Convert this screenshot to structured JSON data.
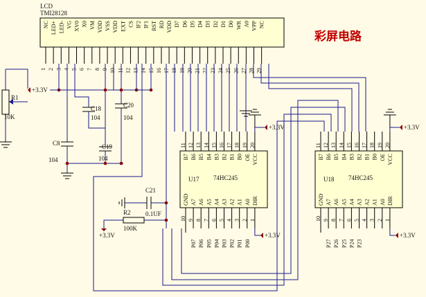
{
  "title": "彩屏电路",
  "lcd": {
    "name": "LCD",
    "model": "TMI28128",
    "pins": [
      {
        "n": "1",
        "label": "NC"
      },
      {
        "n": "2",
        "label": "LED+"
      },
      {
        "n": "3",
        "label": "LED-"
      },
      {
        "n": "4",
        "label": "VG"
      },
      {
        "n": "5",
        "label": "XV0"
      },
      {
        "n": "6",
        "label": "X0"
      },
      {
        "n": "7",
        "label": "VM"
      },
      {
        "n": "8",
        "label": "VDD"
      },
      {
        "n": "9",
        "label": "VSS"
      },
      {
        "n": "10",
        "label": "VDD"
      },
      {
        "n": "11",
        "label": "EXT"
      },
      {
        "n": "12",
        "label": "CS"
      },
      {
        "n": "13",
        "label": "IF2"
      },
      {
        "n": "14",
        "label": "IF1"
      },
      {
        "n": "15",
        "label": "RST"
      },
      {
        "n": "16",
        "label": "RD"
      },
      {
        "n": "17",
        "label": "VDD"
      },
      {
        "n": "18",
        "label": "D7"
      },
      {
        "n": "19",
        "label": "D6"
      },
      {
        "n": "20",
        "label": "D5"
      },
      {
        "n": "21",
        "label": "D4"
      },
      {
        "n": "22",
        "label": "D3"
      },
      {
        "n": "23",
        "label": "D2"
      },
      {
        "n": "24",
        "label": "D1"
      },
      {
        "n": "25",
        "label": "D0"
      },
      {
        "n": "26",
        "label": "WR"
      },
      {
        "n": "27",
        "label": "A0"
      },
      {
        "n": "28",
        "label": "VPP"
      },
      {
        "n": "29",
        "label": "NC"
      }
    ]
  },
  "ics": [
    {
      "ref": "U17",
      "part": "74HC245",
      "top_pins": [
        {
          "n": "11",
          "label": "B7"
        },
        {
          "n": "12",
          "label": "B6"
        },
        {
          "n": "13",
          "label": "B5"
        },
        {
          "n": "14",
          "label": "B4"
        },
        {
          "n": "15",
          "label": "B3"
        },
        {
          "n": "16",
          "label": "B2"
        },
        {
          "n": "17",
          "label": "B1"
        },
        {
          "n": "18",
          "label": "B0"
        },
        {
          "n": "19",
          "label": "OE"
        },
        {
          "n": "20",
          "label": "VCC"
        }
      ],
      "bottom_pins": [
        {
          "n": "10",
          "label": "GND"
        },
        {
          "n": "9",
          "label": "A7"
        },
        {
          "n": "8",
          "label": "A6"
        },
        {
          "n": "7",
          "label": "A5"
        },
        {
          "n": "6",
          "label": "A4"
        },
        {
          "n": "5",
          "label": "A3"
        },
        {
          "n": "4",
          "label": "A2"
        },
        {
          "n": "3",
          "label": "A1"
        },
        {
          "n": "2",
          "label": "A0"
        },
        {
          "n": "1",
          "label": "DIR"
        }
      ],
      "ports": [
        "P07",
        "P06",
        "P05",
        "P04",
        "P03",
        "P02",
        "P01",
        "P00"
      ],
      "vcc_label": "+3.3V",
      "dir_label": "+3.3V"
    },
    {
      "ref": "U18",
      "part": "74HC245",
      "top_pins": [
        {
          "n": "11",
          "label": "B7"
        },
        {
          "n": "12",
          "label": "B6"
        },
        {
          "n": "13",
          "label": "B5"
        },
        {
          "n": "14",
          "label": "B4"
        },
        {
          "n": "15",
          "label": "B3"
        },
        {
          "n": "16",
          "label": "B2"
        },
        {
          "n": "17",
          "label": "B1"
        },
        {
          "n": "18",
          "label": "B0"
        },
        {
          "n": "19",
          "label": "OE"
        },
        {
          "n": "20",
          "label": "VCC"
        }
      ],
      "bottom_pins": [
        {
          "n": "10",
          "label": "GND"
        },
        {
          "n": "9",
          "label": "A7"
        },
        {
          "n": "8",
          "label": "A6"
        },
        {
          "n": "7",
          "label": "A5"
        },
        {
          "n": "6",
          "label": "A4"
        },
        {
          "n": "5",
          "label": "A3"
        },
        {
          "n": "4",
          "label": "A2"
        },
        {
          "n": "3",
          "label": "A1"
        },
        {
          "n": "2",
          "label": "A0"
        },
        {
          "n": "1",
          "label": "DIR"
        }
      ],
      "ports": [
        "P27",
        "P26",
        "P25",
        "P24",
        "P23"
      ],
      "vcc_label": "+3.3V",
      "dir_label": "+3.3V"
    }
  ],
  "components": {
    "r1_ref": "R1",
    "r1_val": "10K",
    "r2_ref": "R2",
    "r2_val": "100K",
    "r2_supply": "+3.3V",
    "c8_ref": "C8",
    "c8_val": "104",
    "c18_ref": "C18",
    "c18_val": "104",
    "c19_ref": "C19",
    "c19_val": "104",
    "c20_ref": "C20",
    "c20_val": "104",
    "c21_ref": "C21",
    "c21_val": "0.1UF",
    "lcd_supply": "+3.3V"
  }
}
